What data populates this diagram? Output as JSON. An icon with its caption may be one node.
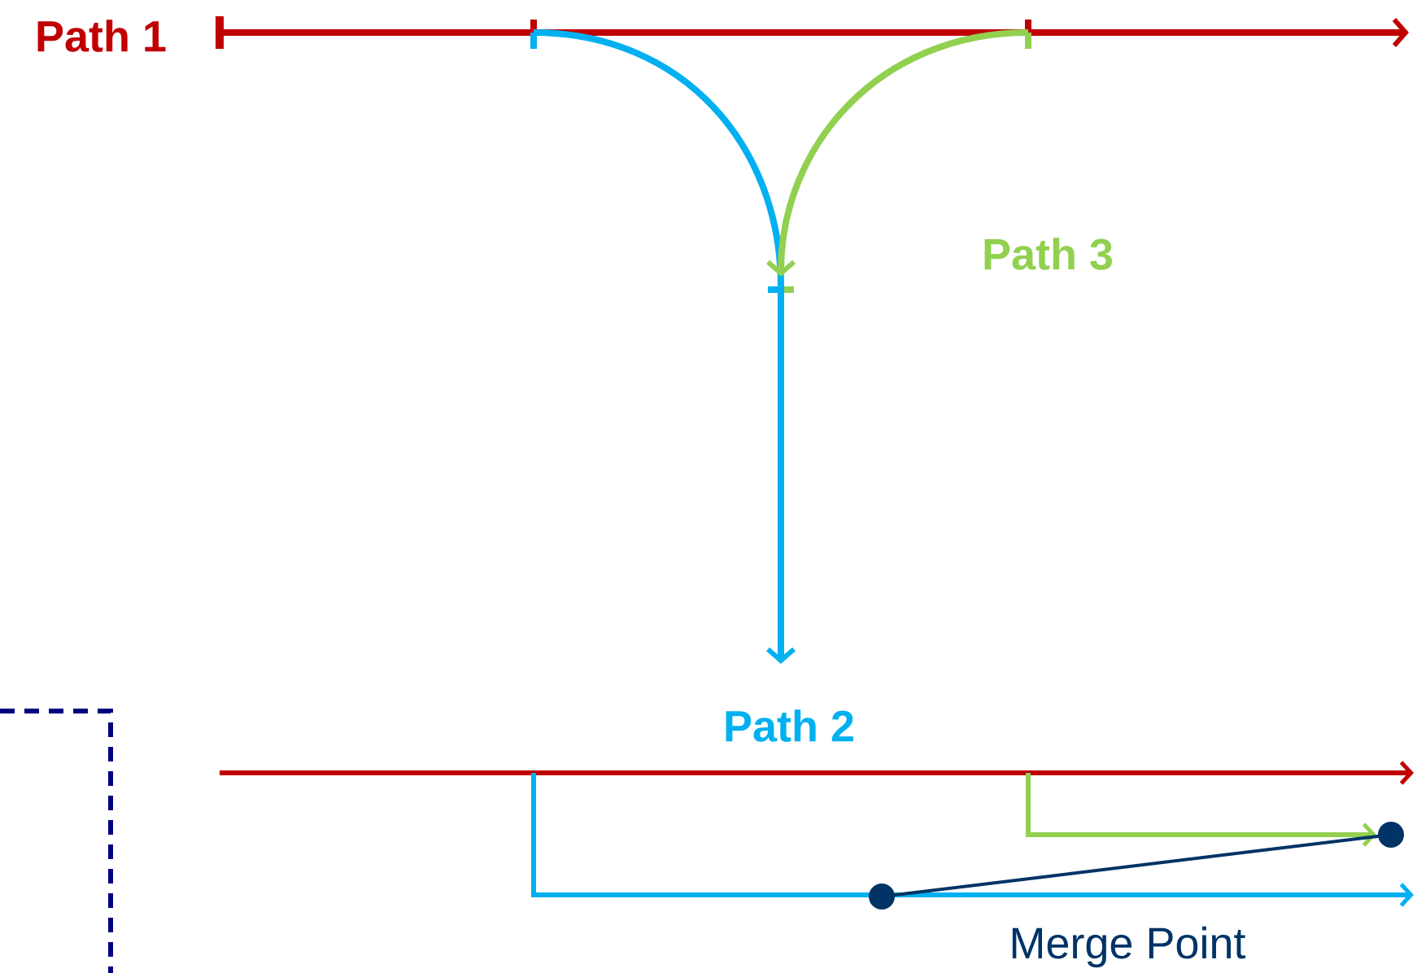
{
  "diagram": {
    "nodes": [
      {
        "text": [],
        "shape": "circle"
      },
      {
        "text": [],
        "shape": "circle"
      }
    ],
    "edges": [
      {
        "from": 0,
        "to": 1,
        "arrow": "none"
      }
    ],
    "labels": [
      "Path 1",
      "Path 3",
      "Path 2",
      "Merge Point"
    ]
  }
}
